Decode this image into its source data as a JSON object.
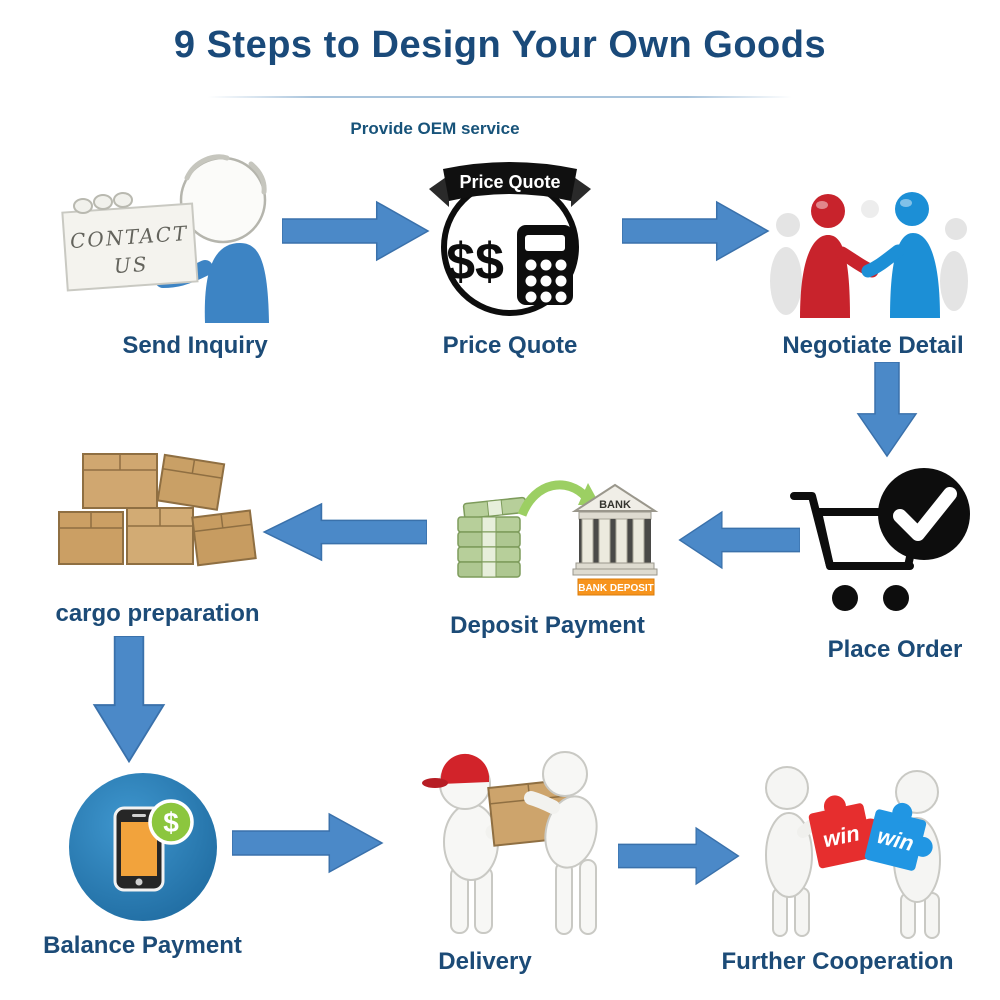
{
  "header": {
    "title": "9 Steps to Design Your Own  Goods",
    "subtitle": "Provide OEM service"
  },
  "steps": [
    {
      "label": "Send Inquiry"
    },
    {
      "label": "Price Quote"
    },
    {
      "label": "Negotiate Detail"
    },
    {
      "label": "Place Order"
    },
    {
      "label": "Deposit Payment"
    },
    {
      "label": "cargo preparation"
    },
    {
      "label": "Balance Payment"
    },
    {
      "label": "Delivery"
    },
    {
      "label": "Further Cooperation"
    }
  ],
  "artwork": {
    "contact_sign": {
      "line1": "CONTACT",
      "line2": "US"
    },
    "price_quote": {
      "banner": "Price Quote",
      "symbols": "$$"
    },
    "bank": {
      "name": "BANK",
      "deposit_sign": "BANK DEPOSIT"
    },
    "balance": {
      "currency": "$"
    },
    "cooperation": {
      "win_left": "win",
      "win_right": "win"
    }
  },
  "colors": {
    "title_blue": "#1a4a7a",
    "label_blue": "#1c4b77",
    "arrow_blue": "#4b89c8",
    "accent_red": "#d2232a",
    "accent_blue": "#1e8fdd",
    "coin_green": "#8cc63e",
    "box_tan": "#cda46c",
    "deposit_orange": "#f7941d"
  }
}
